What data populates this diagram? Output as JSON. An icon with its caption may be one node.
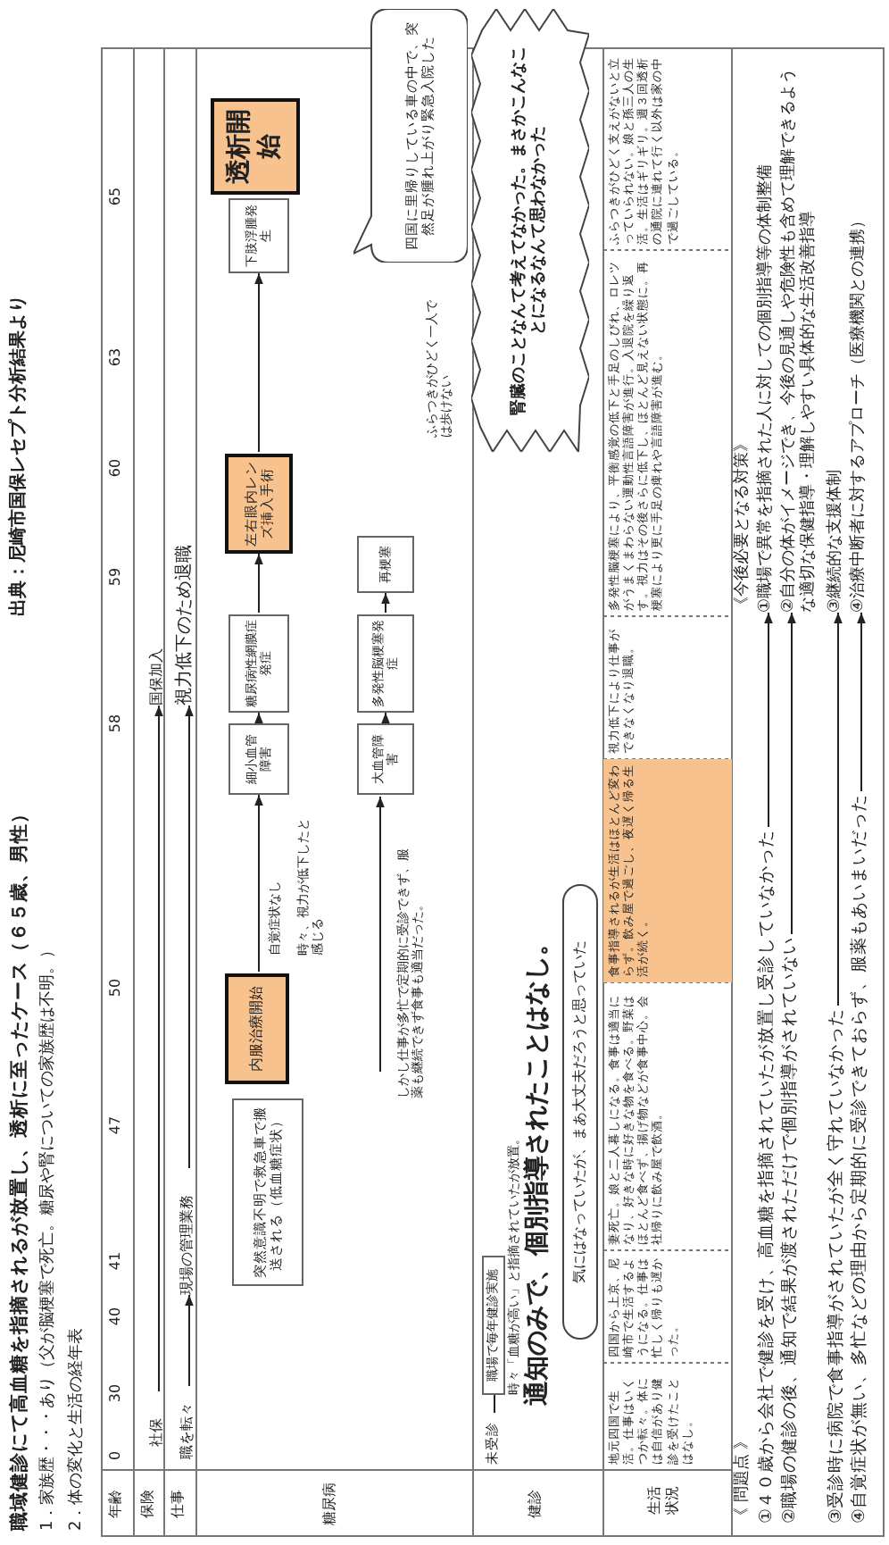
{
  "diagram": {
    "title": "職域健診にて高血糖を指摘されるが放置し、透析に至ったケース（６５歳、男性）",
    "nodes": [
      {
        "text": [
          "社保"
        ]
      },
      {
        "text": [
          "国保加入"
        ]
      },
      {
        "text": [
          "職を転々"
        ]
      },
      {
        "text": [
          "現場の管理業務"
        ]
      },
      {
        "text": [
          "視力低下のため退職"
        ]
      },
      {
        "text": [
          "突然意識不明で救急車で搬送される（低血糖症状）"
        ]
      },
      {
        "text": [
          "内服治療開始"
        ]
      },
      {
        "text": [
          "細小血管障害"
        ]
      },
      {
        "text": [
          "糖尿病性網膜症発症"
        ]
      },
      {
        "text": [
          "左右眼内レンズ挿入手術"
        ]
      },
      {
        "text": [
          "下肢浮腫発生"
        ]
      },
      {
        "text": [
          "透析開始"
        ]
      },
      {
        "text": [
          "大血管障害"
        ]
      },
      {
        "text": [
          "多発性脳梗塞発症"
        ]
      },
      {
        "text": [
          "再梗塞"
        ]
      },
      {
        "text": [
          "四国に里帰りしている車の中で、突然足が腫れ上がり緊急入院した"
        ]
      },
      {
        "text": [
          "未受診"
        ]
      },
      {
        "text": [
          "職場で毎年健診実施"
        ]
      },
      {
        "text": [
          "気にはなっていたが、まあ大丈夫だろうと思っていた"
        ]
      },
      {
        "text": [
          "腎臓のことなんて考えてなかった。まさかこんなことになるなんて思わなかった"
        ]
      },
      {
        "text": [
          "①４０歳から会社で健診を受け、高血糖を指摘されていたが放置し受診していなかった"
        ]
      },
      {
        "text": [
          "②職場の健診の後、通知で結果が渡されただけで個別指導がされていない"
        ]
      },
      {
        "text": [
          "③受診時に病院で食事指導がされていたが全く守れていなかった"
        ]
      },
      {
        "text": [
          "④自覚症状が無い、多忙などの理由から定期的に受診できておらず、服薬もあいまいだった"
        ]
      },
      {
        "text": [
          "①職場で異常を指摘された人に対しての個別指導等の体制整備"
        ]
      },
      {
        "text": [
          "②自分の体がイメージでき、今後の見通しや危険性も含めて理解できるような適切な保健指導・理解しやすい具体的な生活改善指導"
        ]
      },
      {
        "text": [
          "③継続的な支援体制"
        ]
      },
      {
        "text": [
          "④治療中断者に対するアプローチ（医療機関との連携）"
        ]
      }
    ],
    "edges": [
      {
        "from": 0,
        "to": 1,
        "arrow": "to"
      },
      {
        "from": 2,
        "to": 3,
        "arrow": "to"
      },
      {
        "from": 3,
        "to": 4,
        "arrow": "to"
      },
      {
        "from": 16,
        "to": 17,
        "arrow": "none"
      },
      {
        "from": 6,
        "to": 7,
        "arrow": "to"
      },
      {
        "from": null,
        "to": 12,
        "arrow": "to"
      },
      {
        "from": 7,
        "to": 8,
        "arrow": "to"
      },
      {
        "from": 8,
        "to": 9,
        "arrow": "to"
      },
      {
        "from": 9,
        "to": 10,
        "arrow": "to"
      },
      {
        "from": 12,
        "to": 13,
        "arrow": "to"
      },
      {
        "from": 13,
        "to": 14,
        "arrow": "to"
      },
      {
        "from": 20,
        "to": 24,
        "arrow": "to"
      },
      {
        "from": 21,
        "to": 25,
        "arrow": "to"
      },
      {
        "from": 22,
        "to": 26,
        "arrow": "to"
      },
      {
        "from": 23,
        "to": 27,
        "arrow": "to"
      }
    ],
    "labels": [
      "出典：尼崎市国保レセプト分析結果より",
      "1．家族歴・・・あり（父が脳梗塞で死亡。糖尿や腎についての家族歴は不明。）",
      "2．体の変化と生活の経年表",
      "年齢",
      "0",
      "30",
      "40",
      "41",
      "47",
      "50",
      "58",
      "59",
      "60",
      "63",
      "65",
      "保険",
      "仕事",
      "糖尿病",
      "自覚症状なし",
      "時々、視力が低下したと感じる",
      "しかし仕事が多忙で定期的に受診できず、服薬も継続できず食事も適当だった。",
      "ふらつきがひどく一人では歩けない",
      "健診",
      "時々「血糖が高い」と指摘されていたが放置。",
      "通知のみで、個別指導されたことはなし。",
      "生活状況",
      "地元四国で生活。仕事はいくつか転々。体には自信があり健診を受けたことはなし。",
      "四国から上京、尼崎市で生活するようになる。仕事は忙しく帰りも遅かった。",
      "妻死亡。娘と二人暮しになる。食事は適当になり、好きな時に好きな物を食べる。野菜はほとんど食べず、揚げ物などが食事中心。会社帰りに飲み屋で飲酒。",
      "食事指導されるが生活はほとんど変わらず。飲み屋で過ごし、夜遅く帰る生活が続く。",
      "視力低下により仕事ができなくなり退職。",
      "多発性脳梗塞により、平衡感覚の低下と手足のしびれ、ロレツがうまくまわらない運動性言語障害が進行。入退院を繰り返す。視力はその後さらに低下し、ほとんど見えない状態に。再梗塞により更に手足の痺れや言語障害が進む。",
      "ふらつきがひどく支えがないと立っていられない。娘と孫三人の生活。生活はギリギリ。週３回透析の通院に連れて行く以外は家の中で過ごしている。",
      "《 問題点 》",
      "《今後必要となる対策》"
    ]
  }
}
